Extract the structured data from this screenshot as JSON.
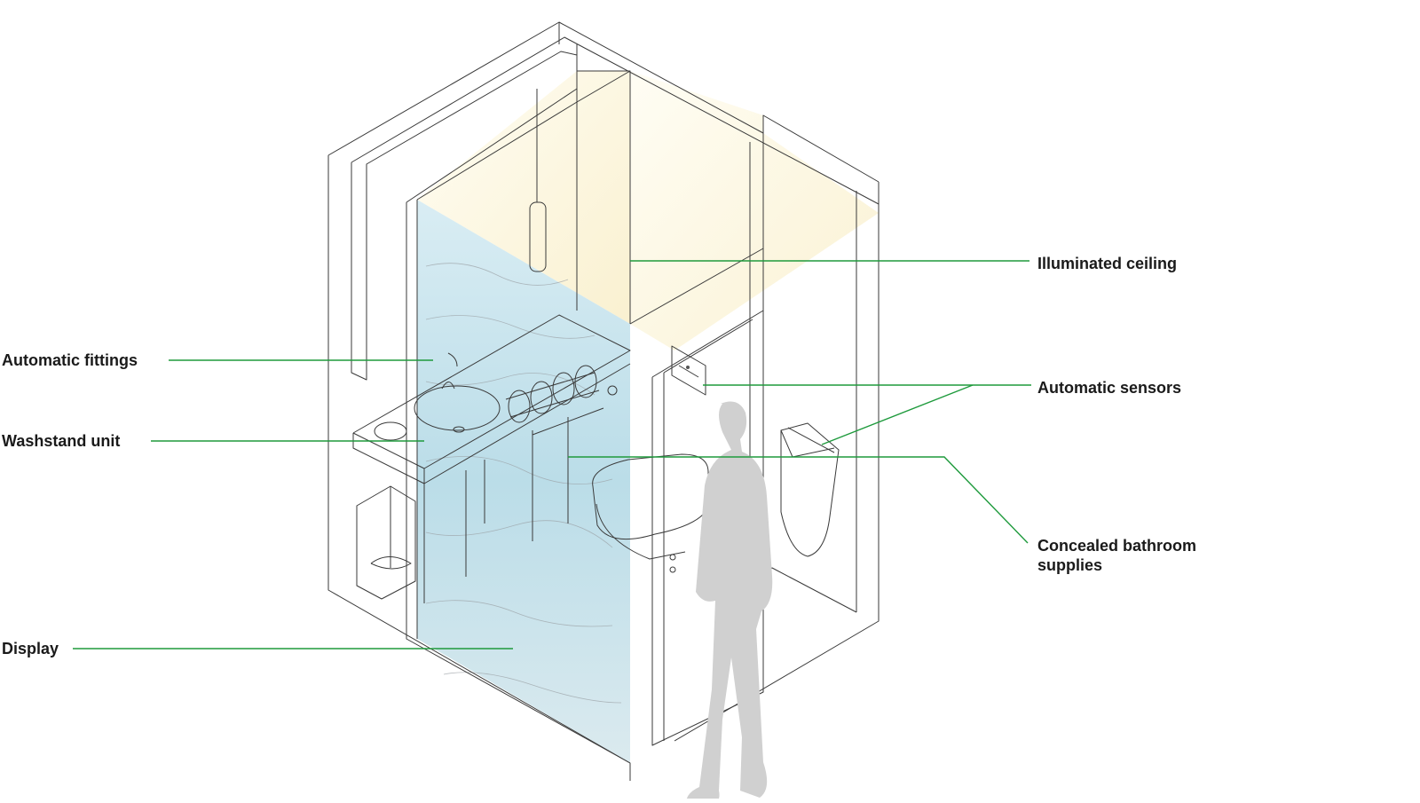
{
  "labels": {
    "illuminated_ceiling": "Illuminated ceiling",
    "automatic_fittings": "Automatic fittings",
    "automatic_sensors": "Automatic sensors",
    "washstand_unit": "Washstand unit",
    "concealed_line1": "Concealed bathroom",
    "concealed_line2": "supplies",
    "display": "Display"
  },
  "colors": {
    "leader": "#1e9a3c",
    "outline": "#3a3a3a",
    "ceiling_glow": "#fbf5dc",
    "display_water": "#a9d3e0",
    "silhouette": "#d0d0d0"
  }
}
